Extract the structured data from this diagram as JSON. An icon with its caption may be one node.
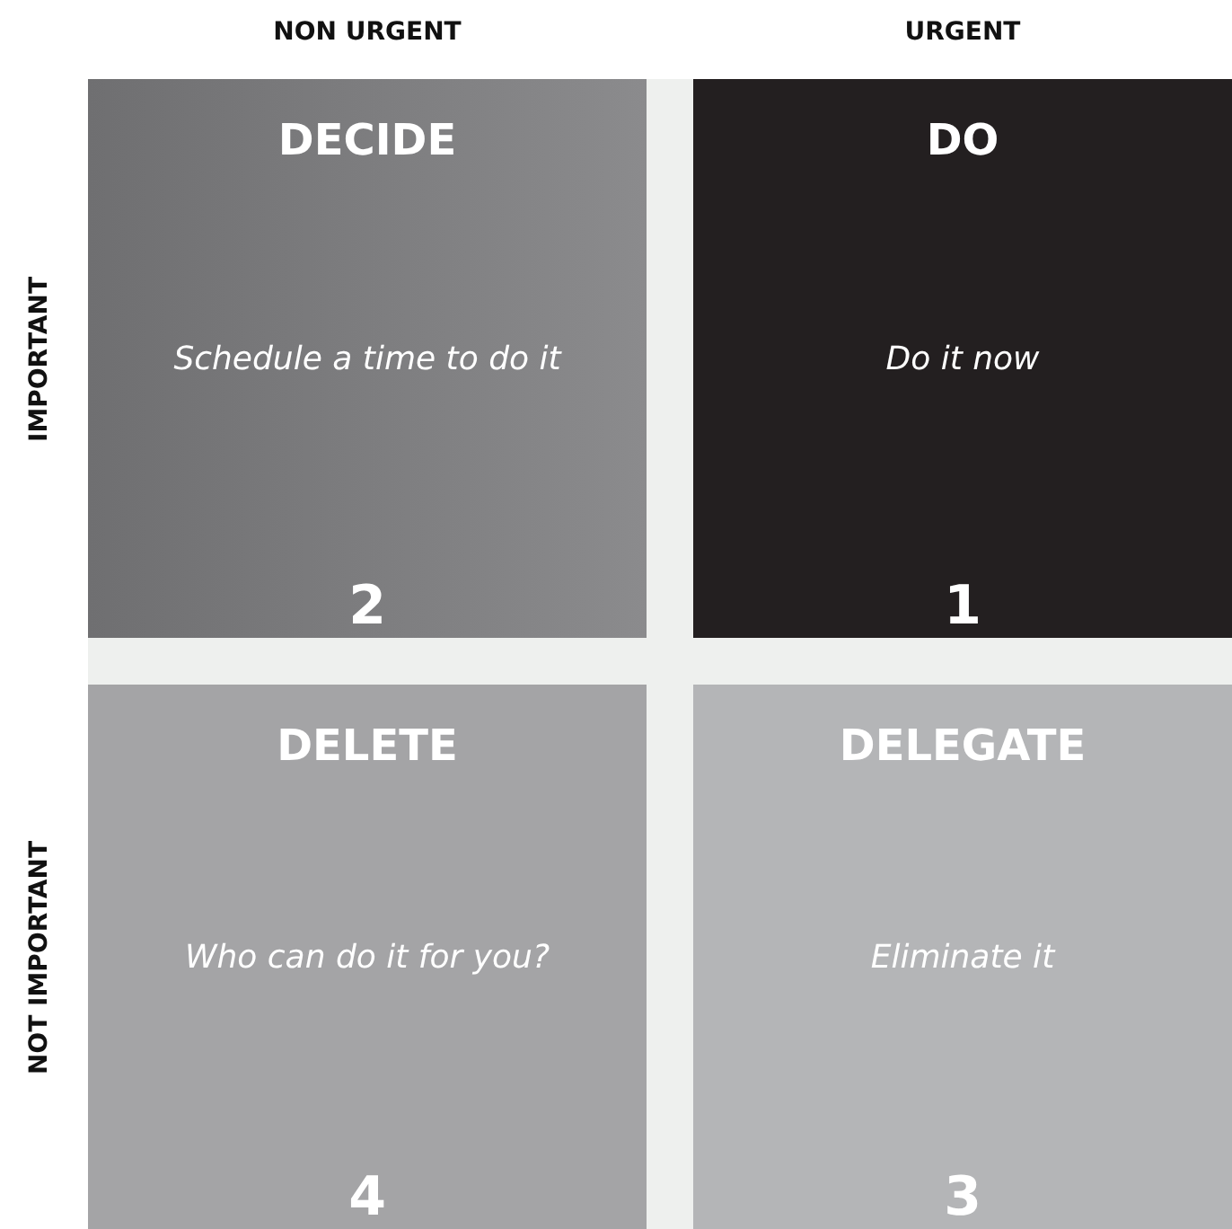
{
  "diagram": {
    "nodes": [
      {
        "text": [
          "DECIDE",
          "Schedule a time to do it",
          "2"
        ]
      },
      {
        "text": [
          "DO",
          "Do it now",
          "1"
        ]
      },
      {
        "text": [
          "DELETE",
          "Who can do it for you?",
          "4"
        ]
      },
      {
        "text": [
          "DELEGATE",
          "Eliminate it",
          "3"
        ]
      }
    ],
    "labels": [
      "NON URGENT",
      "URGENT",
      "IMPORTANT",
      "NOT IMPORTANT"
    ]
  }
}
